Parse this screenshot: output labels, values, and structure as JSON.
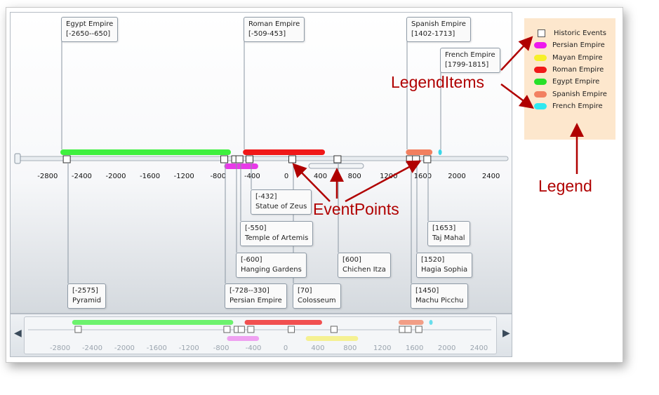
{
  "timeline": {
    "axis_ticks": [
      -2800,
      -2400,
      -2000,
      -1600,
      -1200,
      -800,
      -400,
      0,
      400,
      800,
      1200,
      1600,
      2000,
      2400
    ],
    "periods": [
      {
        "name": "Egypt Empire",
        "range_label": "[-2650--650]",
        "start": -2650,
        "end": -650,
        "color": "#3ff03f"
      },
      {
        "name": "Roman Empire",
        "range_label": "[-509-453]",
        "start": -509,
        "end": 453,
        "color": "#f01818"
      },
      {
        "name": "Spanish Empire",
        "range_label": "[1402-1713]",
        "start": 1402,
        "end": 1713,
        "color": "#f28060"
      },
      {
        "name": "French Empire",
        "range_label": "[1799-1815]",
        "start": 1799,
        "end": 1815,
        "color": "#3ad6e8"
      },
      {
        "name": "Persian Empire",
        "start": -728,
        "end": -330,
        "color": "#e83ae8"
      },
      {
        "name": "Mayan Empire",
        "start": 250,
        "end": 900,
        "color": "#f4f080"
      }
    ],
    "events": [
      {
        "year_label": "[-2575]",
        "name": "Pyramid",
        "year": -2575
      },
      {
        "year_label": "[-728--330]",
        "name": "Persian Empire",
        "year": -728
      },
      {
        "year_label": "[-600]",
        "name": "Hanging Gardens",
        "year": -600
      },
      {
        "year_label": "[-550]",
        "name": "Temple of Artemis",
        "year": -550
      },
      {
        "year_label": "[-432]",
        "name": "Statue of Zeus",
        "year": -432
      },
      {
        "year_label": "[70]",
        "name": "Colosseum",
        "year": 70
      },
      {
        "year_label": "[600]",
        "name": "Chichen Itza",
        "year": 600
      },
      {
        "year_label": "[1450]",
        "name": "Machu Picchu",
        "year": 1450
      },
      {
        "year_label": "[1520]",
        "name": "Hagia Sophia",
        "year": 1520
      },
      {
        "year_label": "[1653]",
        "name": "Taj Mahal",
        "year": 1653
      }
    ]
  },
  "legend": {
    "items": [
      {
        "label": "Historic Events",
        "kind": "square"
      },
      {
        "label": "Persian Empire",
        "color": "#ee18ee"
      },
      {
        "label": "Mayan Empire",
        "color": "#f6f02a"
      },
      {
        "label": "Roman Empire",
        "color": "#f01818"
      },
      {
        "label": "Egypt Empire",
        "color": "#28e028"
      },
      {
        "label": "Spanish Empire",
        "color": "#f28060"
      },
      {
        "label": "French Empire",
        "color": "#30e8f0"
      }
    ]
  },
  "annotations": {
    "legend_items": "LegendItems",
    "event_points": "EventPoints",
    "legend": "Legend"
  }
}
